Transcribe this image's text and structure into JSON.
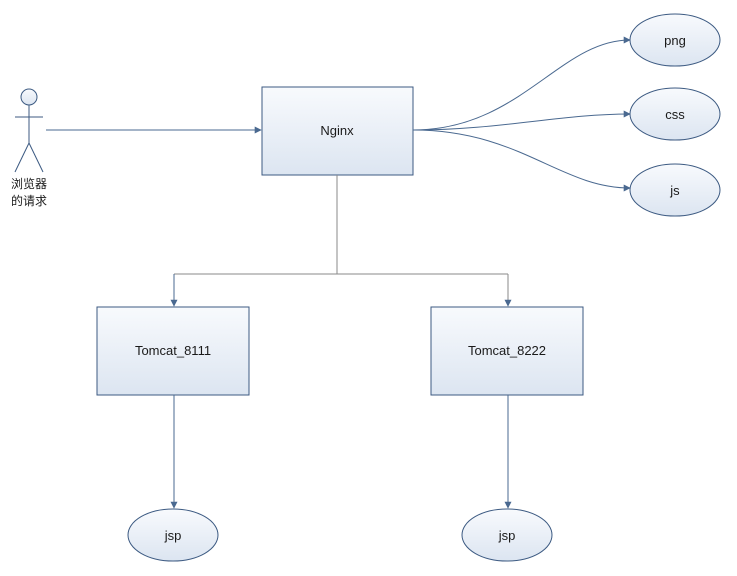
{
  "actor": {
    "label_line1": "浏览器",
    "label_line2": "的请求"
  },
  "nodes": {
    "nginx": "Nginx",
    "tomcat_1": "Tomcat_8111",
    "tomcat_2": "Tomcat_8222"
  },
  "static_resources": [
    "png",
    "css",
    "js"
  ],
  "jsp_nodes": [
    "jsp",
    "jsp"
  ],
  "colors": {
    "box_fill_top": "#f7f9fc",
    "box_fill_bottom": "#dde6f2",
    "stroke": "#3c5a82",
    "line": "#4a6990",
    "text": "#1a1a1a"
  }
}
